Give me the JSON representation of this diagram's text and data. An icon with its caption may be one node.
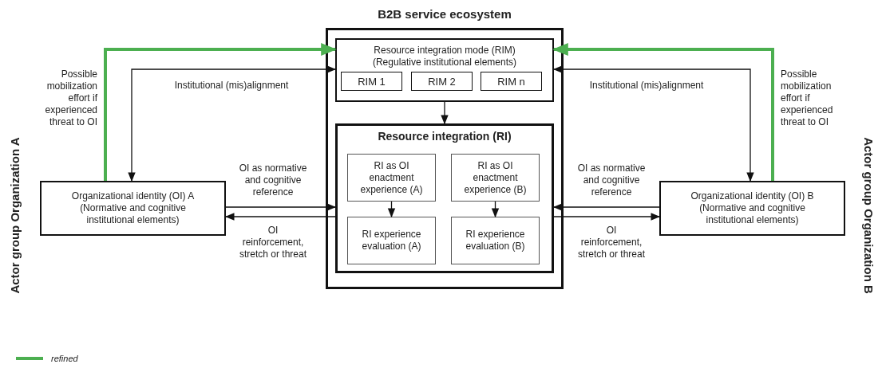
{
  "diagram": {
    "nodes": [
      {
        "text": [
          "B2B service ecosystem"
        ]
      },
      {
        "text": [
          "Resource integration mode (RIM) (Regulative institutional elements)"
        ],
        "in": 0
      },
      {
        "text": [
          "RIM 1"
        ],
        "in": 1
      },
      {
        "text": [
          "RIM 2"
        ],
        "in": 1
      },
      {
        "text": [
          "RIM n"
        ],
        "in": 1
      },
      {
        "text": [
          "Resource integration (RI)"
        ],
        "in": 0
      },
      {
        "text": [
          "RI as OI enactment experience (A)"
        ],
        "in": 5
      },
      {
        "text": [
          "RI as OI enactment experience (B)"
        ],
        "in": 5
      },
      {
        "text": [
          "RI experience evaluation (A)"
        ],
        "in": 5
      },
      {
        "text": [
          "RI experience evaluation (B)"
        ],
        "in": 5
      },
      {
        "text": [
          "Organizational identity (OI) A (Normative and cognitive institutional elements)"
        ]
      },
      {
        "text": [
          "Organizational identity (OI) B (Normative and cognitive institutional elements)"
        ]
      }
    ],
    "edges": [
      {
        "from": 10,
        "to": 1,
        "arrow": "to",
        "label": "Possible mobilization effort if experienced threat to OI",
        "style": "thick",
        "color": "#4caf50"
      },
      {
        "from": 10,
        "to": 1,
        "arrow": "both",
        "label": "Institutional (mis)alignment"
      },
      {
        "from": 10,
        "to": 5,
        "arrow": "to",
        "label": "OI as normative and cognitive reference"
      },
      {
        "from": 5,
        "to": 10,
        "arrow": "to",
        "label": "OI reinforcement, stretch or threat"
      },
      {
        "from": 11,
        "to": 1,
        "arrow": "to",
        "label": "Possible mobilization effort if experienced threat to OI",
        "style": "thick",
        "color": "#4caf50"
      },
      {
        "from": 11,
        "to": 1,
        "arrow": "both",
        "label": "Institutional (mis)alignment"
      },
      {
        "from": 11,
        "to": 5,
        "arrow": "to",
        "label": "OI as normative and cognitive reference"
      },
      {
        "from": 5,
        "to": 11,
        "arrow": "to",
        "label": "OI reinforcement, stretch or threat"
      },
      {
        "from": 1,
        "to": 5,
        "arrow": "to"
      },
      {
        "from": 6,
        "to": 8,
        "arrow": "to"
      },
      {
        "from": 7,
        "to": 9,
        "arrow": "to"
      }
    ],
    "labels": [
      "Actor group Organization A",
      "Actor group Organization B"
    ],
    "legend": [
      {
        "text": "refined"
      }
    ]
  }
}
